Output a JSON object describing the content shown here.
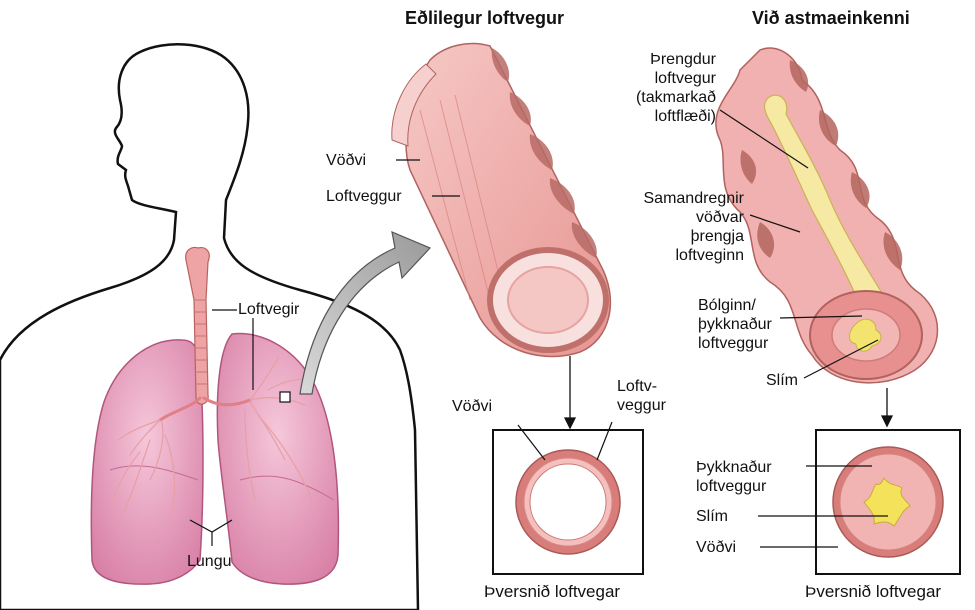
{
  "headings": {
    "normal": "Eðlilegur loftvegur",
    "asthma": "Við astmaeinkenni"
  },
  "body_labels": {
    "airways": "Loftvegir",
    "lungs": "Lungu"
  },
  "normal_labels": {
    "muscle": "Vöðvi",
    "wall": "Loftveggur"
  },
  "normal_cross": {
    "muscle": "Vöðvi",
    "wall": "Loftv-\nveggur",
    "caption": "Þversnið loftvegar"
  },
  "asthma_labels": {
    "narrowed": "Þrengdur\nloftvegur\n(takmarkað\nloftflæði)",
    "contracted": "Samandregnir\nvöðvar\nþrengja\nloftveginn",
    "inflamed": "Bólginn/\nþykknaður\nloftveggur",
    "mucus": "Slím"
  },
  "asthma_cross": {
    "wall": "Þykknaður\nloftveggur",
    "mucus": "Slím",
    "muscle": "Vöðvi",
    "caption": "Þversnið loftvegar"
  },
  "colors": {
    "outline": "#111111",
    "lung": "#e9a3c0",
    "airway_wall": "#f2b7b5",
    "muscle": "#c97a74",
    "cross_ring": "#d9817f",
    "mucus": "#f3e79c",
    "arrow": "#bdbdbd"
  },
  "icons": {
    "arrow": "curved-arrow-icon"
  }
}
